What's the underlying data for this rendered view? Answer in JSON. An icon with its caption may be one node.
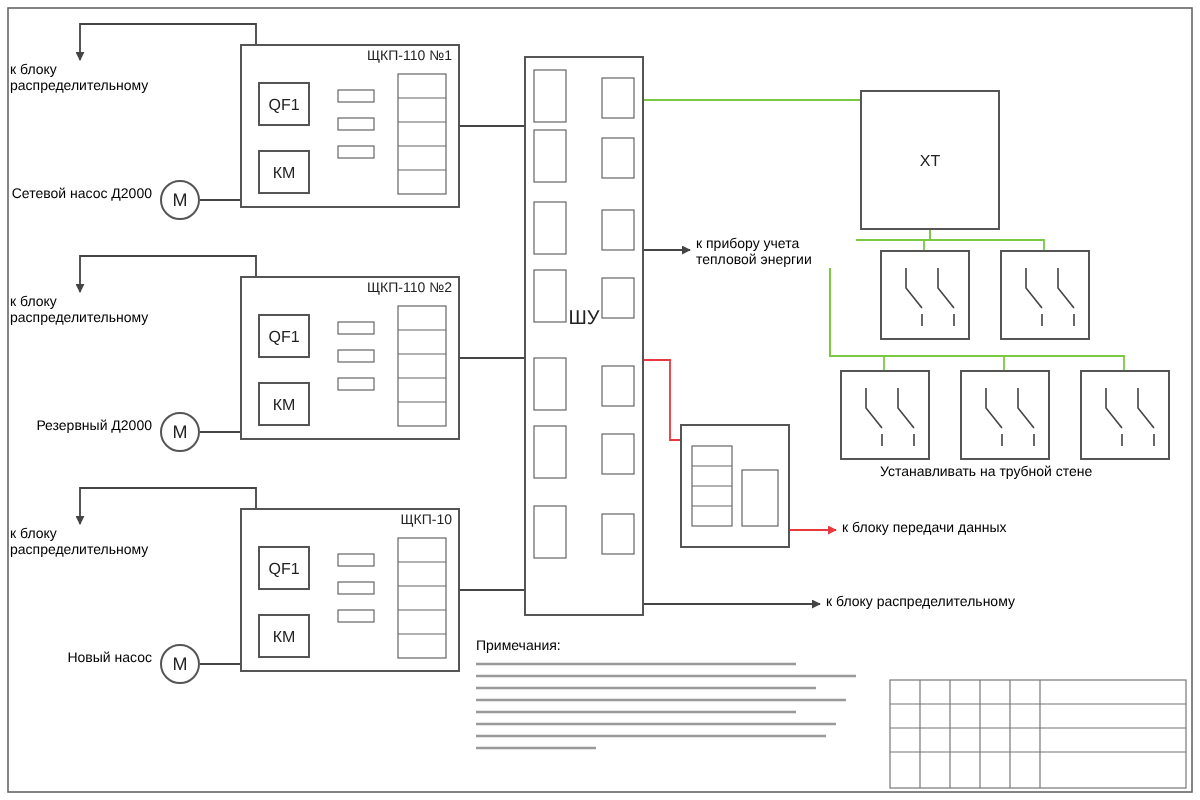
{
  "diagram": {
    "nodes": [
      {
        "text": [
          "ЩКП-110 №1"
        ]
      },
      {
        "text": [
          "QF1"
        ],
        "in": 0
      },
      {
        "text": [
          "КМ"
        ],
        "in": 0
      },
      {
        "text": [
          "ЩКП-110 №2"
        ]
      },
      {
        "text": [
          "QF1"
        ],
        "in": 3
      },
      {
        "text": [
          "КМ"
        ],
        "in": 3
      },
      {
        "text": [
          "ЩКП-10"
        ]
      },
      {
        "text": [
          "QF1"
        ],
        "in": 6
      },
      {
        "text": [
          "КМ"
        ],
        "in": 6
      },
      {
        "text": [
          "М"
        ],
        "beside": [
          "Сетевой насос Д2000"
        ]
      },
      {
        "text": [
          "М"
        ],
        "beside": [
          "Резервный Д2000"
        ]
      },
      {
        "text": [
          "М"
        ],
        "beside": [
          "Новый насос"
        ]
      },
      {
        "text": [
          "ШУ"
        ]
      },
      {
        "text": [],
        "shape": "box"
      },
      {
        "text": [
          "ХТ"
        ]
      },
      {
        "text": [],
        "shape": "box"
      },
      {
        "text": [],
        "shape": "box"
      },
      {
        "text": [],
        "shape": "box"
      },
      {
        "text": [],
        "shape": "box"
      },
      {
        "text": [],
        "shape": "box"
      }
    ],
    "edges": [
      {
        "from": 9,
        "to": 0,
        "arrow": "none"
      },
      {
        "from": 10,
        "to": 3,
        "arrow": "none"
      },
      {
        "from": 11,
        "to": 6,
        "arrow": "none"
      },
      {
        "from": 0,
        "to": 12,
        "arrow": "none"
      },
      {
        "from": 3,
        "to": 12,
        "arrow": "none"
      },
      {
        "from": 6,
        "to": 12,
        "arrow": "none"
      },
      {
        "from": 12,
        "to": 14,
        "arrow": "none",
        "color": "#7ac943"
      },
      {
        "from": 12,
        "to": 13,
        "arrow": "none",
        "color": "#e8383d"
      },
      {
        "from": 13,
        "to": null,
        "arrow": "to",
        "label": "к блоку передачи данных",
        "color": "#e8383d"
      },
      {
        "from": 12,
        "to": null,
        "arrow": "to",
        "label": "к блоку распределительному"
      },
      {
        "from": 0,
        "to": null,
        "arrow": "to",
        "label": "к блоку распределительному"
      },
      {
        "from": 3,
        "to": null,
        "arrow": "to",
        "label": "к блоку распределительному"
      },
      {
        "from": 6,
        "to": null,
        "arrow": "to",
        "label": "к блоку распределительному"
      },
      {
        "from": 14,
        "to": 15,
        "arrow": "none",
        "color": "#7ac943"
      },
      {
        "from": 14,
        "to": 16,
        "arrow": "none",
        "color": "#7ac943"
      },
      {
        "from": 14,
        "to": 17,
        "arrow": "none",
        "color": "#7ac943"
      },
      {
        "from": 14,
        "to": 18,
        "arrow": "none",
        "color": "#7ac943"
      },
      {
        "from": 14,
        "to": 19,
        "arrow": "none",
        "color": "#7ac943"
      },
      {
        "from": 12,
        "to": null,
        "arrow": "to",
        "label": "к прибору учета тепловой энергии"
      }
    ],
    "labels": [
      "Устанавливать на трубной стене",
      "Примечания:"
    ]
  }
}
